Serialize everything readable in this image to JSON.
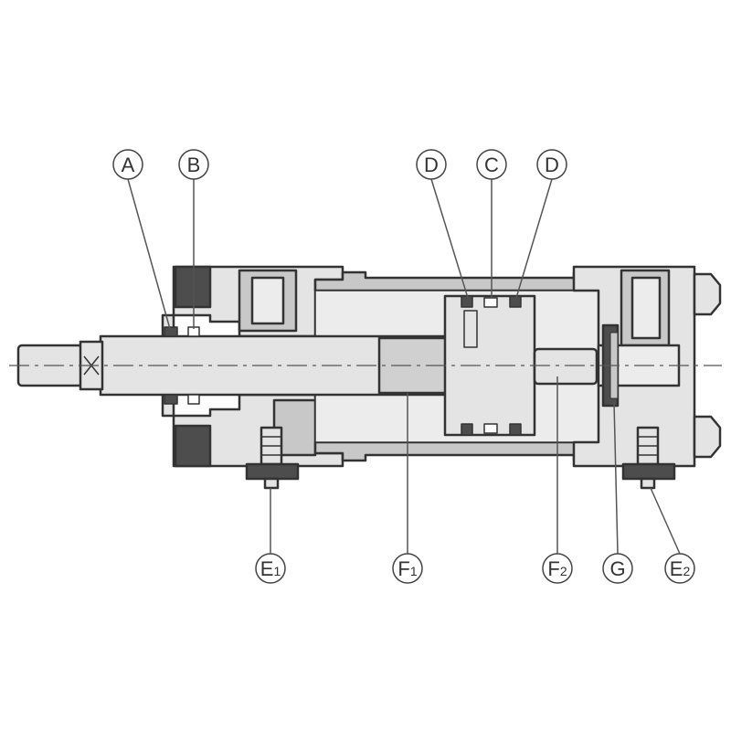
{
  "colors": {
    "background": "#ffffff",
    "body_light": "#e4e4e4",
    "body_mid": "#c8c8c8",
    "body_dark": "#4d4d4d",
    "outline": "#333333",
    "leader": "#555555"
  },
  "callouts": [
    {
      "id": "A",
      "letter": "A",
      "sub": ""
    },
    {
      "id": "B",
      "letter": "B",
      "sub": ""
    },
    {
      "id": "D_left",
      "letter": "D",
      "sub": ""
    },
    {
      "id": "C",
      "letter": "C",
      "sub": ""
    },
    {
      "id": "D_right",
      "letter": "D",
      "sub": ""
    },
    {
      "id": "E1",
      "letter": "E",
      "sub": "1"
    },
    {
      "id": "F1",
      "letter": "F",
      "sub": "1"
    },
    {
      "id": "F2",
      "letter": "F",
      "sub": "2"
    },
    {
      "id": "G",
      "letter": "G",
      "sub": ""
    },
    {
      "id": "E2",
      "letter": "E",
      "sub": "2"
    }
  ]
}
